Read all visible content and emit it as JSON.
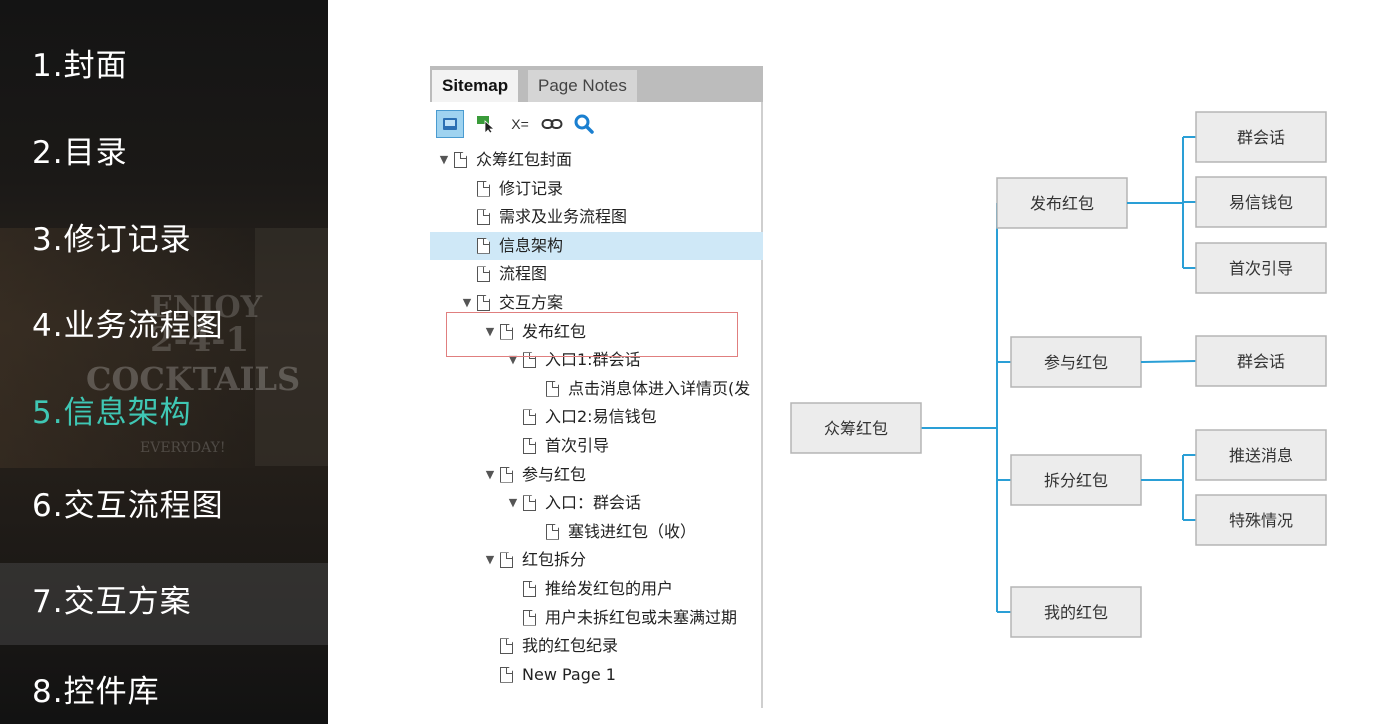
{
  "menu": {
    "items": [
      {
        "label": "1.封面"
      },
      {
        "label": "2.目录"
      },
      {
        "label": "3.修订记录"
      },
      {
        "label": "4.业务流程图"
      },
      {
        "label": "5.信息架构"
      },
      {
        "label": "6.交互流程图"
      },
      {
        "label": "7.交互方案"
      },
      {
        "label": "8.控件库"
      }
    ],
    "active_index": 4,
    "active_color": "#3fc7b4"
  },
  "background_poster": {
    "line1": "ENJOY",
    "line2": "2-4-1",
    "line3": "COCKTAILS",
    "line4": "EVERYDAY!"
  },
  "sitemap": {
    "tabs": [
      {
        "label": "Sitemap",
        "active": true
      },
      {
        "label": "Page Notes",
        "active": false
      }
    ],
    "toolbar": {
      "icons": [
        "highlight-page-icon",
        "pointer-icon",
        "variables-icon",
        "link-icon",
        "search-icon"
      ],
      "variables_label": "X="
    },
    "tree": [
      {
        "label": "众筹红包封面",
        "level": 0,
        "expanded": true
      },
      {
        "label": "修订记录",
        "level": 1
      },
      {
        "label": "需求及业务流程图",
        "level": 1
      },
      {
        "label": "信息架构",
        "level": 1,
        "selected": true
      },
      {
        "label": "流程图",
        "level": 1
      },
      {
        "label": "交互方案",
        "level": 1,
        "expanded": true
      },
      {
        "label": "发布红包",
        "level": 2,
        "expanded": true
      },
      {
        "label": "入口1:群会话",
        "level": 3,
        "expanded": true
      },
      {
        "label": "点击消息体进入详情页(发",
        "level": 4
      },
      {
        "label": "入口2:易信钱包",
        "level": 3
      },
      {
        "label": "首次引导",
        "level": 3
      },
      {
        "label": "参与红包",
        "level": 2,
        "expanded": true
      },
      {
        "label": "入口：群会话",
        "level": 3,
        "expanded": true
      },
      {
        "label": "塞钱进红包（收）",
        "level": 4
      },
      {
        "label": "红包拆分",
        "level": 2,
        "expanded": true
      },
      {
        "label": "推给发红包的用户",
        "level": 3
      },
      {
        "label": "用户未拆红包或未塞满过期",
        "level": 3
      },
      {
        "label": "我的红包纪录",
        "level": 2
      },
      {
        "label": "New Page 1",
        "level": 2
      }
    ],
    "selected_color": "#cfe8f7",
    "callout_color": "#e07f7f"
  },
  "diagram": {
    "root": "众筹红包",
    "branches": [
      {
        "label": "发布红包",
        "children": [
          "群会话",
          "易信钱包",
          "首次引导"
        ]
      },
      {
        "label": "参与红包",
        "children": [
          "群会话"
        ]
      },
      {
        "label": "拆分红包",
        "children": [
          "推送消息",
          "特殊情况"
        ]
      },
      {
        "label": "我的红包",
        "children": []
      }
    ],
    "line_color": "#2a9fd6",
    "node_fill": "#ececec",
    "node_stroke": "#b5b5b5"
  }
}
